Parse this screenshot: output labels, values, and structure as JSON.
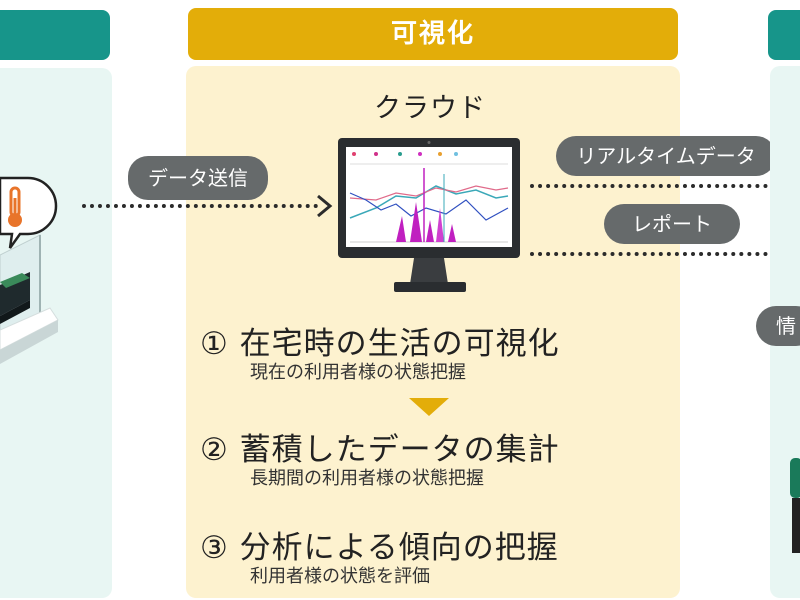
{
  "center": {
    "header": "可視化",
    "cloud_label": "クラウド"
  },
  "labels": {
    "data_send": "データ送信",
    "realtime": "リアルタイムデータ",
    "report": "レポート",
    "right_partial": "情"
  },
  "steps": [
    {
      "title": "① 在宅時の生活の可視化",
      "sub": "現在の利用者様の状態把握"
    },
    {
      "title": "② 蓄積したデータの集計",
      "sub": "長期間の利用者様の状態把握"
    },
    {
      "title": "③ 分析による傾向の把握",
      "sub": "利用者様の状態を評価"
    }
  ],
  "colors": {
    "teal": "#17958a",
    "gold": "#e3ad09",
    "cream": "#fdf2cf",
    "pill_gray": "#666a6b",
    "thermometer": "#e8742a"
  },
  "icons": [
    "thermometer-icon",
    "monitor-icon",
    "sensor-device-icon",
    "person-icon"
  ]
}
